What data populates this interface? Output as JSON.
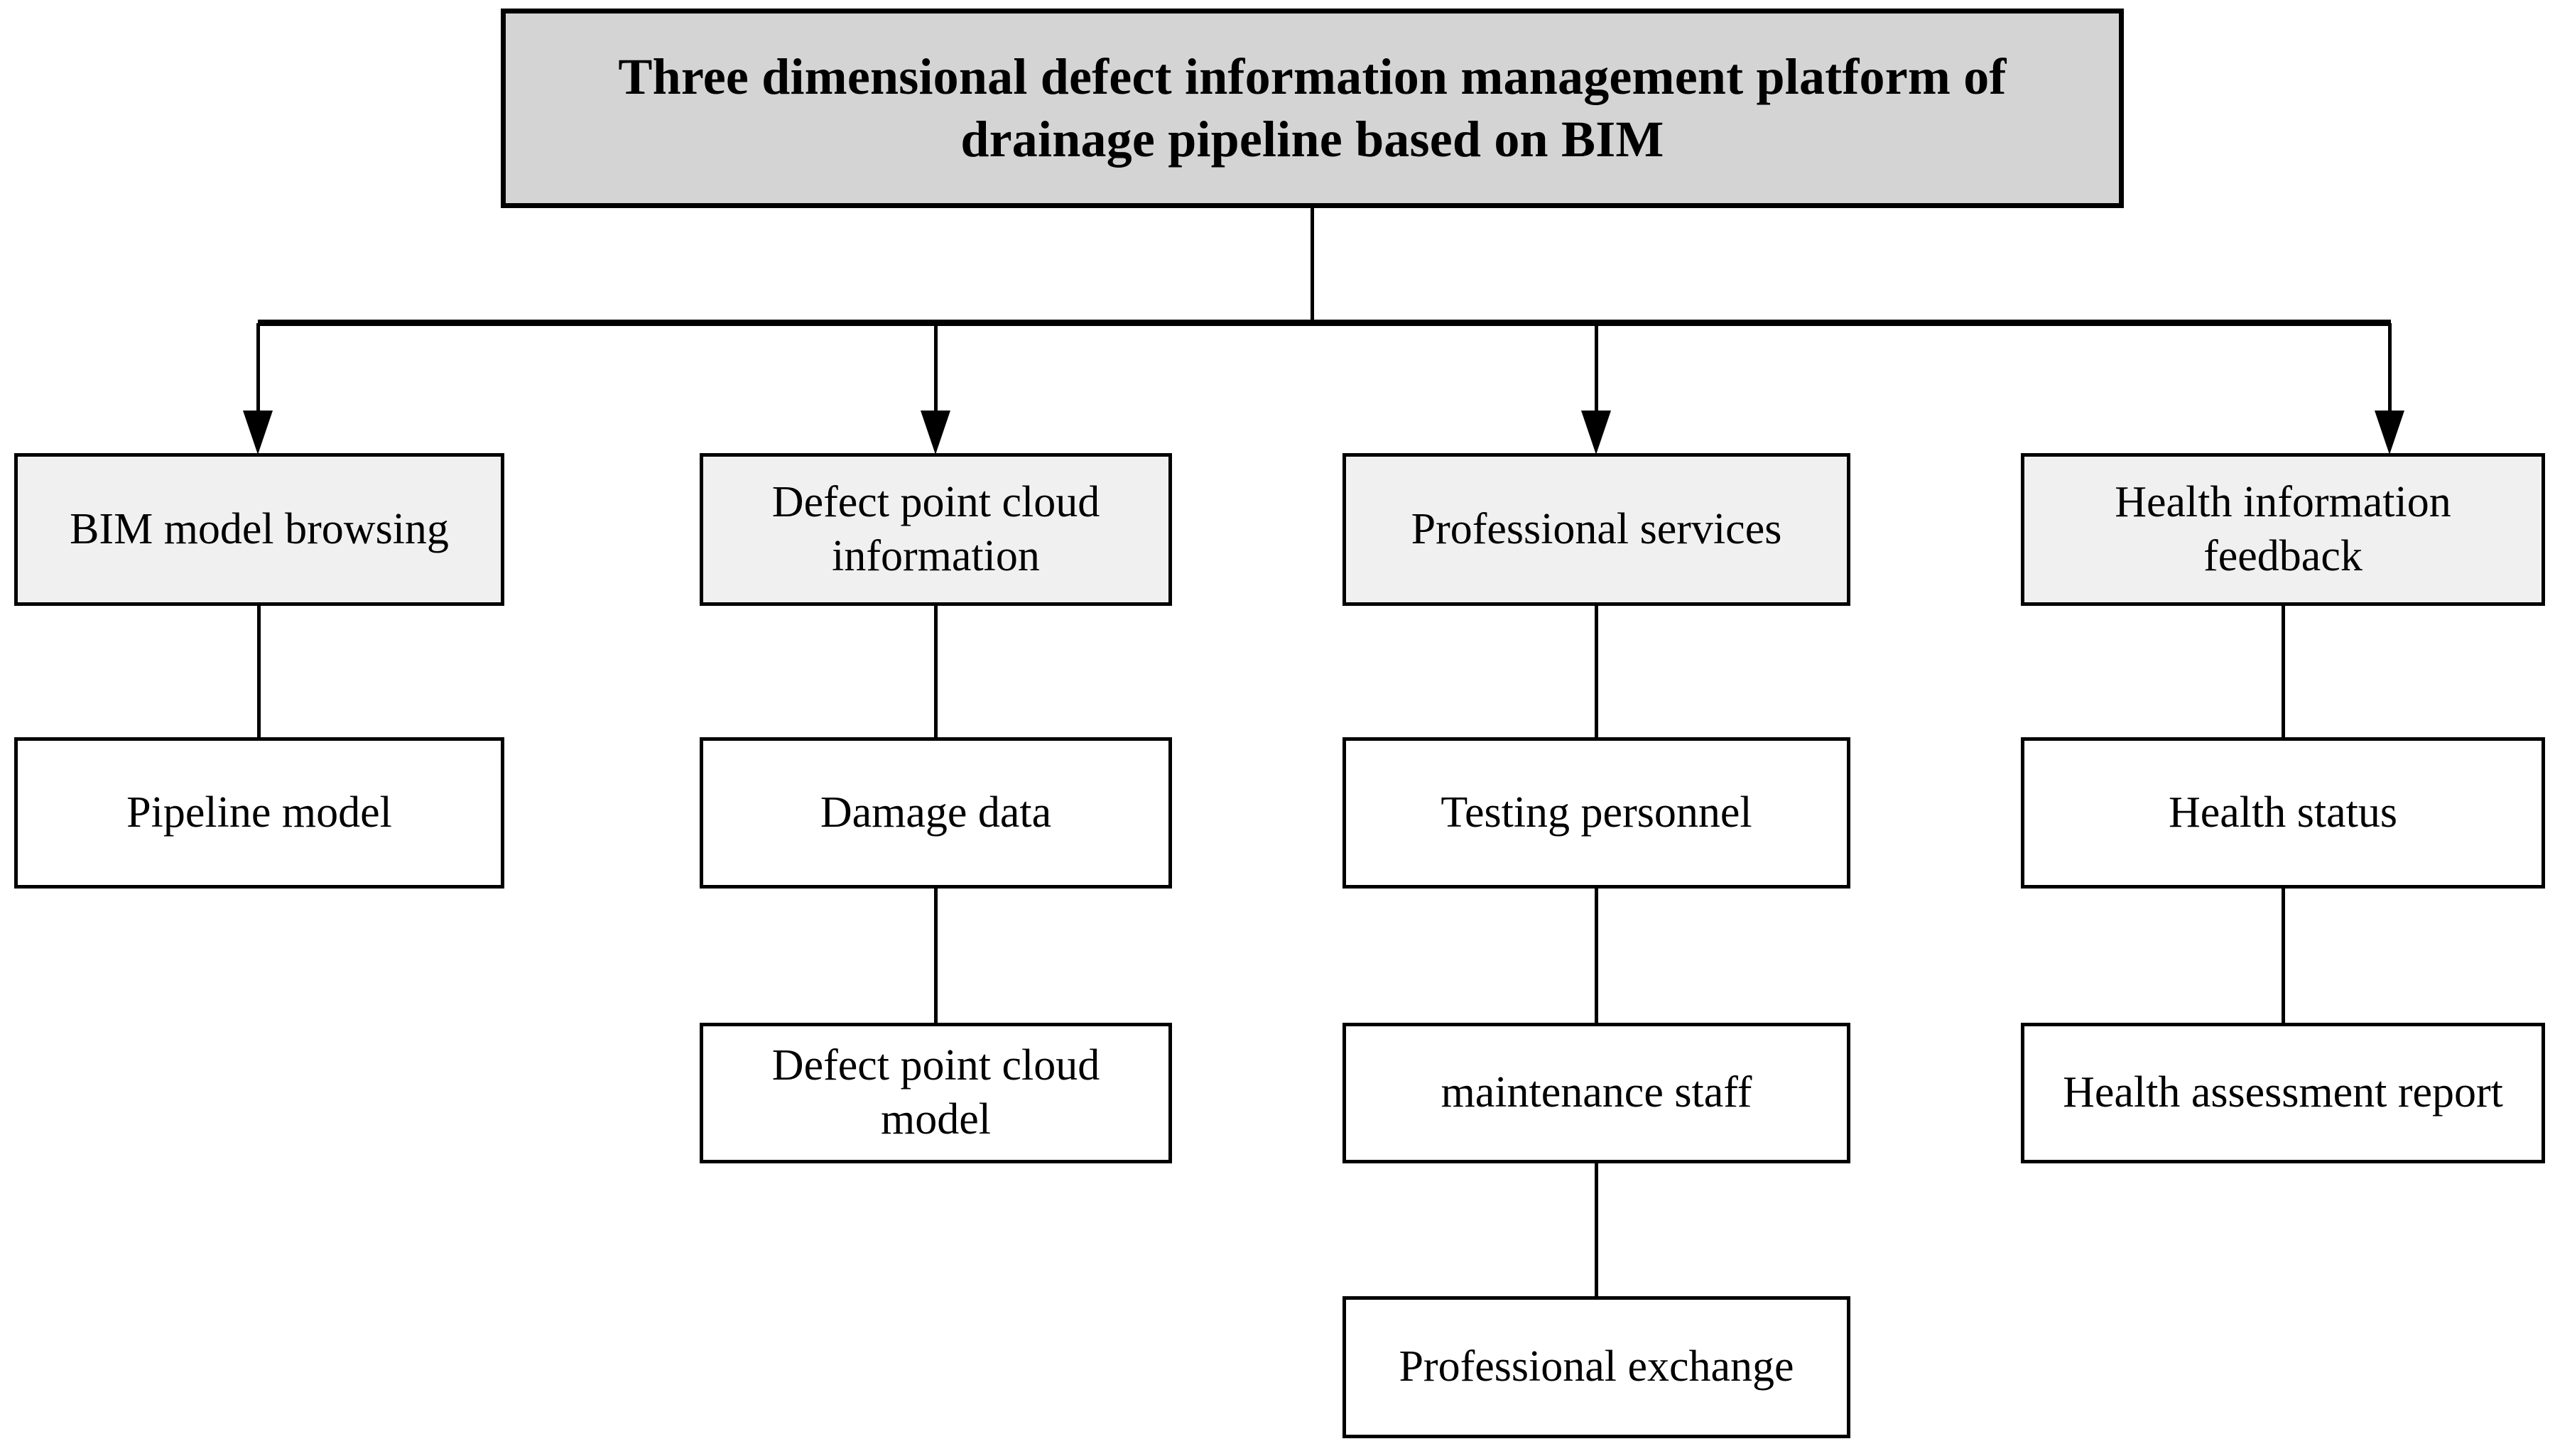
{
  "diagram": {
    "type": "hierarchy-tree",
    "root": {
      "label": "Three dimensional defect information management platform of drainage pipeline based on BIM",
      "fill": "#d4d4d4"
    },
    "branches": [
      {
        "label": "BIM model browsing",
        "fill": "#f0f0f0",
        "children": [
          {
            "label": "Pipeline model",
            "fill": "#ffffff"
          }
        ]
      },
      {
        "label": "Defect point cloud information",
        "fill": "#f0f0f0",
        "children": [
          {
            "label": "Damage data",
            "fill": "#ffffff"
          },
          {
            "label": "Defect point cloud model",
            "fill": "#ffffff"
          }
        ]
      },
      {
        "label": "Professional services",
        "fill": "#f0f0f0",
        "children": [
          {
            "label": "Testing personnel",
            "fill": "#ffffff"
          },
          {
            "label": "maintenance staff",
            "fill": "#ffffff"
          },
          {
            "label": "Professional exchange",
            "fill": "#ffffff"
          }
        ]
      },
      {
        "label": "Health information feedback",
        "fill": "#f0f0f0",
        "children": [
          {
            "label": "Health status",
            "fill": "#ffffff"
          },
          {
            "label": "Health assessment report",
            "fill": "#ffffff"
          }
        ]
      }
    ],
    "connector_color": "#000000",
    "border_color": "#000000",
    "background": "#ffffff"
  }
}
